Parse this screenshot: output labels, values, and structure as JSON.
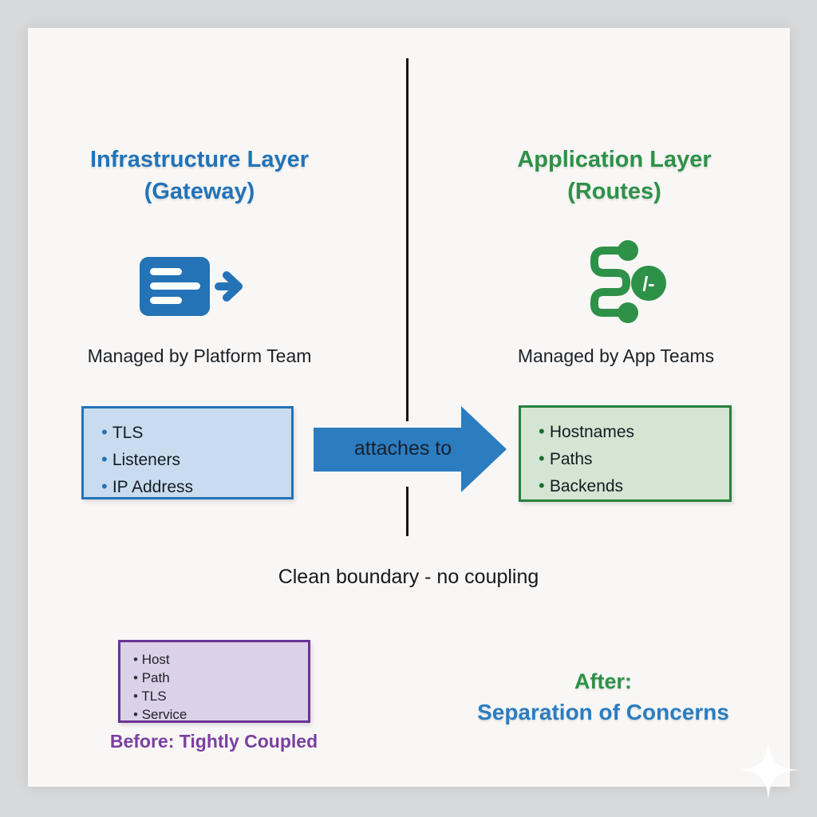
{
  "diagram": {
    "left": {
      "title_line1": "Infrastructure Layer",
      "title_line2": "(Gateway)",
      "managed_by": "Managed by Platform Team",
      "box_items": [
        "TLS",
        "Listeners",
        "IP Address"
      ]
    },
    "right": {
      "title_line1": "Application Layer",
      "title_line2": "(Routes)",
      "managed_by": "Managed by App Teams",
      "box_items": [
        "Hostnames",
        "Paths",
        "Backends"
      ],
      "icon_badge": "/-"
    },
    "arrow_label": "attaches to",
    "boundary_note": "Clean boundary - no coupling",
    "before": {
      "box_items": [
        "Host",
        "Path",
        "TLS",
        "Service"
      ],
      "caption": "Before: Tightly Coupled"
    },
    "after": {
      "line1": "After:",
      "line2": "Separation of Concerns"
    }
  },
  "colors": {
    "infrastructure_blue": "#2273b8",
    "application_green": "#2e9148",
    "before_purple": "#7b3fa0",
    "arrow_blue": "#2b7dc0",
    "blue_box_fill": "#c9dcef",
    "green_box_fill": "#d4e5d3",
    "purple_box_fill": "#dbd1e8",
    "divider_black": "#141414",
    "card_background": "#f8f7f6",
    "outer_background": "#d8d9da"
  }
}
